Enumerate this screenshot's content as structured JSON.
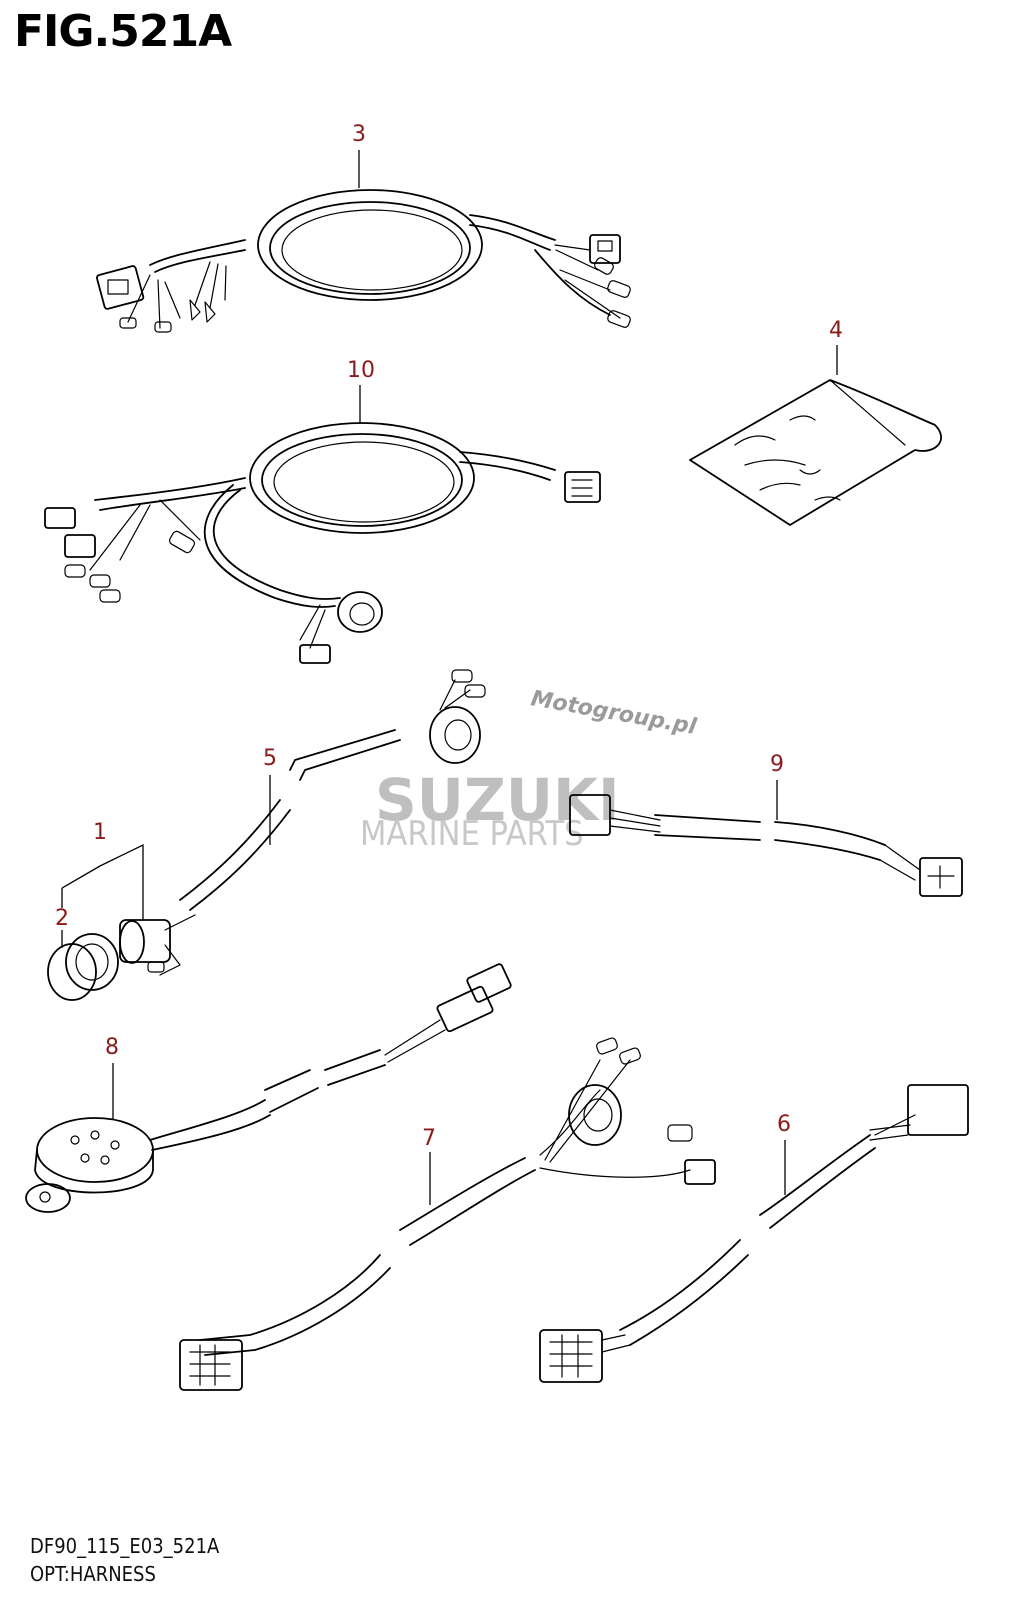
{
  "figure": {
    "title": "FIG.521A",
    "footer_code": "DF90_115_E03_521A",
    "footer_caption": "OPT:HARNESS"
  },
  "watermark": {
    "line1": "Motogroup.pl",
    "line2": "SUZUKI",
    "line3": "MARINE PARTS"
  },
  "callouts": [
    {
      "id": "c3",
      "label": "3"
    },
    {
      "id": "c4",
      "label": "4"
    },
    {
      "id": "c10",
      "label": "10"
    },
    {
      "id": "c5",
      "label": "5"
    },
    {
      "id": "c9",
      "label": "9"
    },
    {
      "id": "c1",
      "label": "1"
    },
    {
      "id": "c2",
      "label": "2"
    },
    {
      "id": "c8",
      "label": "8"
    },
    {
      "id": "c7",
      "label": "7"
    },
    {
      "id": "c6",
      "label": "6"
    }
  ],
  "colors": {
    "callout": "#8b1a1a",
    "line": "#000000",
    "watermark": "#bfbfbf"
  }
}
